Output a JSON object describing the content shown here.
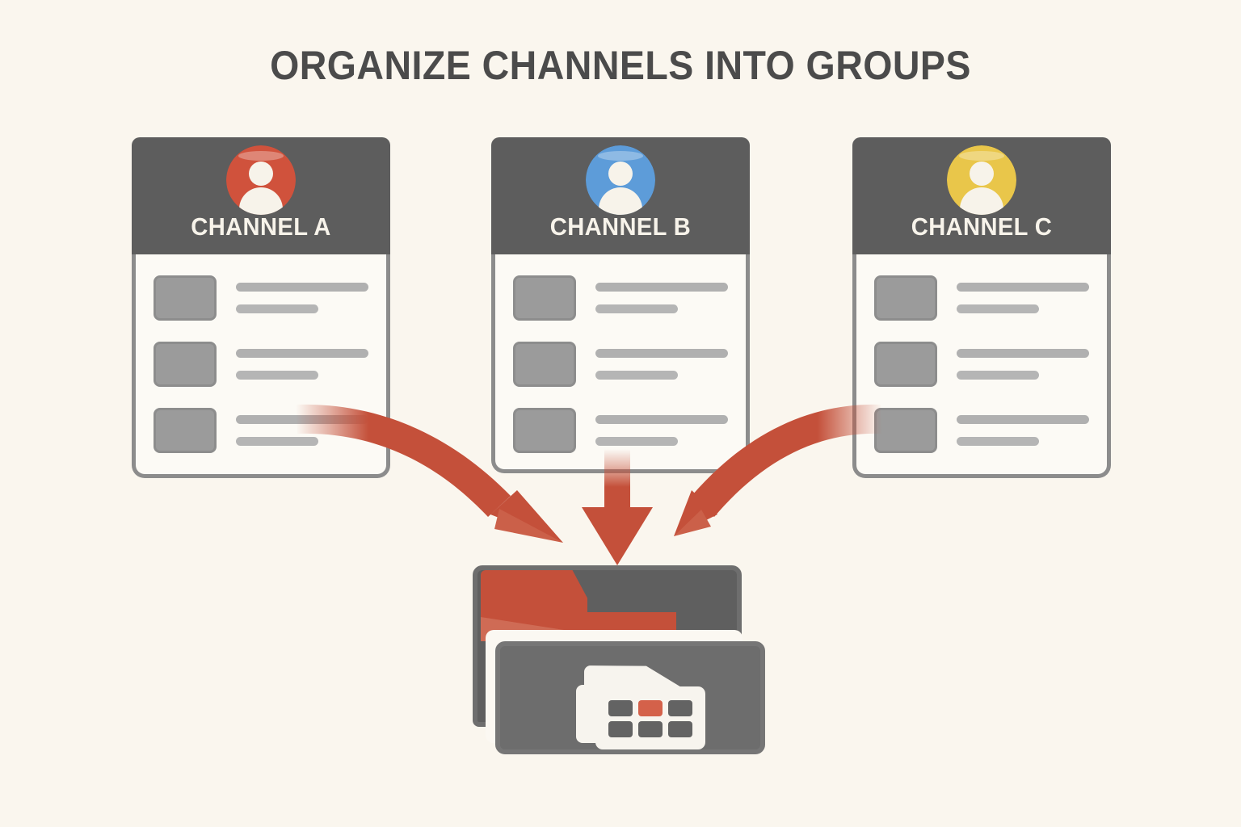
{
  "page": {
    "title": "ORGANIZE CHANNELS INTO GROUPS",
    "background_color": "#faf6ee",
    "title_color": "#4b4b4b"
  },
  "colors": {
    "accent_red": "#c4503a",
    "arrow_red": "#c4503a",
    "card_header_gray": "#5d5d5d",
    "card_body_cream": "#fcfaf5",
    "border_gray": "#8c8c8c",
    "thumb_gray": "#9b9b9b",
    "line_gray": "#b0b0b0",
    "avatar_a": "#d0523c",
    "avatar_b": "#5d9cd9",
    "avatar_c": "#e9c64a",
    "folder_back_gray": "#5f5f5f",
    "folder_front_gray": "#6d6d6d",
    "folder_paper": "#fbf8f2"
  },
  "cards": [
    {
      "id": "channel-a",
      "label": "CHANNEL A",
      "avatar_icon": "user-avatar-icon",
      "avatar_color": "#d0523c",
      "rows": [
        {
          "thumbnail": "thumbnail-placeholder",
          "line_long": "",
          "line_short": ""
        },
        {
          "thumbnail": "thumbnail-placeholder",
          "line_long": "",
          "line_short": ""
        },
        {
          "thumbnail": "thumbnail-placeholder",
          "line_long": "",
          "line_short": ""
        }
      ]
    },
    {
      "id": "channel-b",
      "label": "CHANNEL B",
      "avatar_icon": "user-avatar-icon",
      "avatar_color": "#5d9cd9",
      "rows": [
        {
          "thumbnail": "thumbnail-placeholder",
          "line_long": "",
          "line_short": ""
        },
        {
          "thumbnail": "thumbnail-placeholder",
          "line_long": "",
          "line_short": ""
        },
        {
          "thumbnail": "thumbnail-placeholder",
          "line_long": "",
          "line_short": ""
        }
      ]
    },
    {
      "id": "channel-c",
      "label": "CHANNEL C",
      "avatar_icon": "user-avatar-icon",
      "avatar_color": "#e9c64a",
      "rows": [
        {
          "thumbnail": "thumbnail-placeholder",
          "line_long": "",
          "line_short": ""
        },
        {
          "thumbnail": "thumbnail-placeholder",
          "line_long": "",
          "line_short": ""
        },
        {
          "thumbnail": "thumbnail-placeholder",
          "line_long": "",
          "line_short": ""
        }
      ]
    }
  ],
  "arrows": [
    {
      "id": "arrow-left",
      "icon": "curved-arrow-down-right-icon",
      "from": "channel-a",
      "to": "folder",
      "color": "#c4503a"
    },
    {
      "id": "arrow-center",
      "icon": "straight-arrow-down-icon",
      "from": "channel-b",
      "to": "folder",
      "color": "#c4503a"
    },
    {
      "id": "arrow-right",
      "icon": "curved-arrow-down-left-icon",
      "from": "channel-c",
      "to": "folder",
      "color": "#c4503a"
    }
  ],
  "folder": {
    "id": "group-folder",
    "icon": "folder-icon",
    "inner_icon": "media-card-grid-icon",
    "accent_tab_color": "#c4503a",
    "grid_cells": [
      {
        "accent": false
      },
      {
        "accent": true
      },
      {
        "accent": false
      },
      {
        "accent": false
      },
      {
        "accent": false
      },
      {
        "accent": false
      }
    ]
  }
}
